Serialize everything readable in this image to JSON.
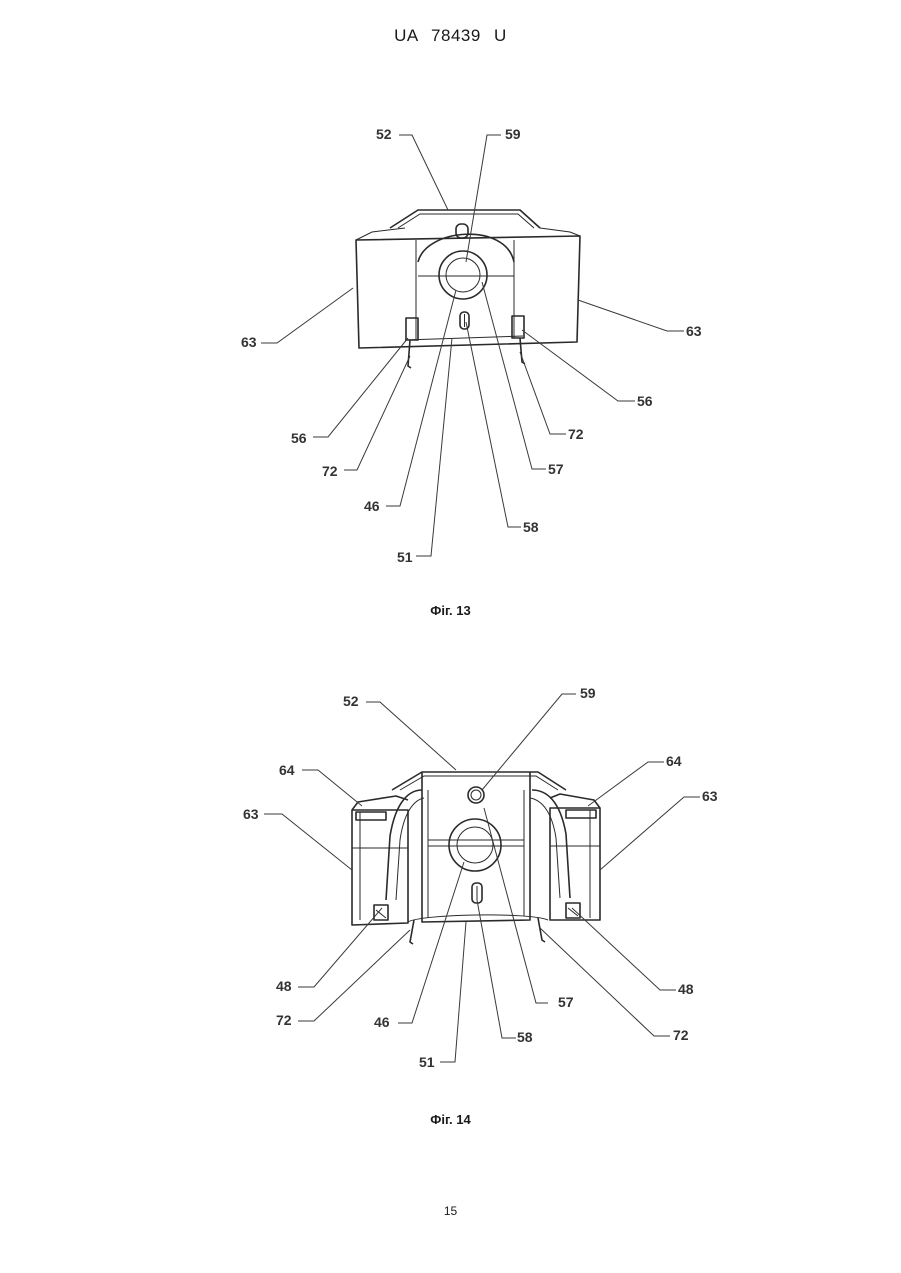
{
  "header": {
    "text": "UA   78439   U"
  },
  "figures": [
    {
      "caption": "Фіг. 13",
      "labels": [
        "52",
        "59",
        "63",
        "63",
        "56",
        "56",
        "72",
        "72",
        "57",
        "46",
        "58",
        "51"
      ]
    },
    {
      "caption": "Фіг. 14",
      "labels": [
        "52",
        "59",
        "64",
        "64",
        "63",
        "63",
        "48",
        "48",
        "72",
        "72",
        "57",
        "46",
        "58",
        "51"
      ]
    }
  ],
  "page_number": "15"
}
